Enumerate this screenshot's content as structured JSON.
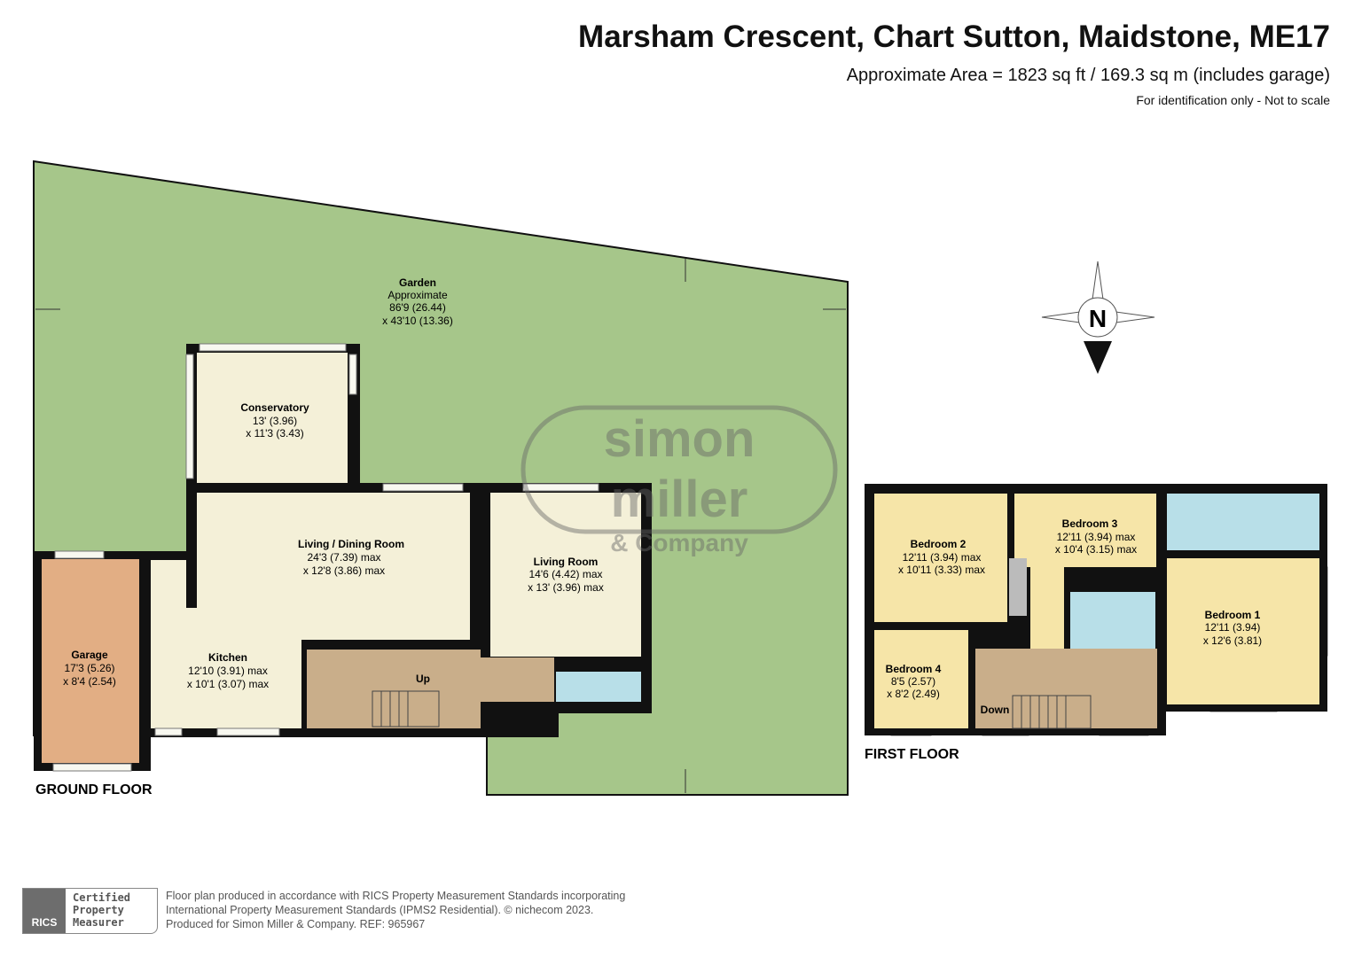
{
  "header": {
    "title": "Marsham Crescent, Chart Sutton, Maidstone, ME17",
    "area": "Approximate Area = 1823 sq ft / 169.3 sq m (includes garage)",
    "note": "For identification only - Not to scale"
  },
  "compass": {
    "label": "N"
  },
  "watermark": {
    "line1": "simon",
    "line2": "miller",
    "line3": "& Company"
  },
  "ground_floor": {
    "label": "GROUND FLOOR",
    "garden": {
      "name": "Garden",
      "l1": "Approximate",
      "l2": "86'9 (26.44)",
      "l3": "x 43'10 (13.36)"
    },
    "conservatory": {
      "name": "Conservatory",
      "l1": "13' (3.96)",
      "l2": "x 11'3 (3.43)"
    },
    "living_dining": {
      "name": "Living / Dining Room",
      "l1": "24'3 (7.39) max",
      "l2": "x 12'8 (3.86) max"
    },
    "living_room": {
      "name": "Living Room",
      "l1": "14'6 (4.42) max",
      "l2": "x 13' (3.96) max"
    },
    "kitchen": {
      "name": "Kitchen",
      "l1": "12'10 (3.91) max",
      "l2": "x 10'1 (3.07) max"
    },
    "garage": {
      "name": "Garage",
      "l1": "17'3 (5.26)",
      "l2": "x 8'4 (2.54)"
    },
    "stairs": "Up"
  },
  "first_floor": {
    "label": "FIRST FLOOR",
    "bedroom1": {
      "name": "Bedroom 1",
      "l1": "12'11 (3.94)",
      "l2": "x 12'6 (3.81)"
    },
    "bedroom2": {
      "name": "Bedroom 2",
      "l1": "12'11 (3.94) max",
      "l2": "x 10'11 (3.33) max"
    },
    "bedroom3": {
      "name": "Bedroom 3",
      "l1": "12'11 (3.94) max",
      "l2": "x 10'4 (3.15) max"
    },
    "bedroom4": {
      "name": "Bedroom 4",
      "l1": "8'5 (2.57)",
      "l2": "x 8'2 (2.49)"
    },
    "stairs": "Down"
  },
  "footer": {
    "badge_logo": "RICS",
    "badge_l1": "Certified",
    "badge_l2": "Property",
    "badge_l3": "Measurer",
    "line1": "Floor plan produced in accordance with RICS Property Measurement Standards incorporating",
    "line2": "International Property Measurement Standards (IPMS2 Residential).   © nichecom 2023.",
    "line3": "Produced for Simon Miller & Company.   REF:  965967"
  },
  "colors": {
    "garden": "#a6c68a",
    "room": "#f4f0d8",
    "bedroom": "#f6e5a8",
    "garage": "#e2ae84",
    "hall": "#c9ae8a",
    "bathroom": "#b8dfe8",
    "wall": "#111111"
  }
}
